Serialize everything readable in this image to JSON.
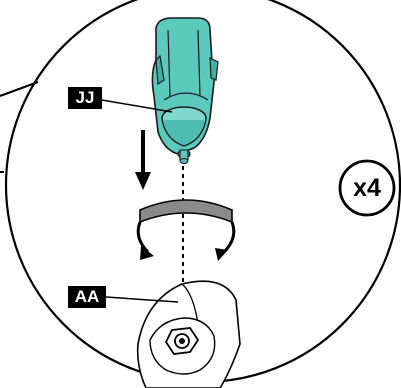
{
  "labels": {
    "part_jj": "JJ",
    "part_aa": "AA"
  },
  "quantity": "x4",
  "colors": {
    "caster_body": "#5cc9bd",
    "caster_dark": "#2a8f86",
    "rotation_band": "#8a8a8a",
    "line": "#000000"
  },
  "icons": {
    "down_arrow": "arrow-down-icon",
    "rotate": "rotate-arrows-icon"
  }
}
